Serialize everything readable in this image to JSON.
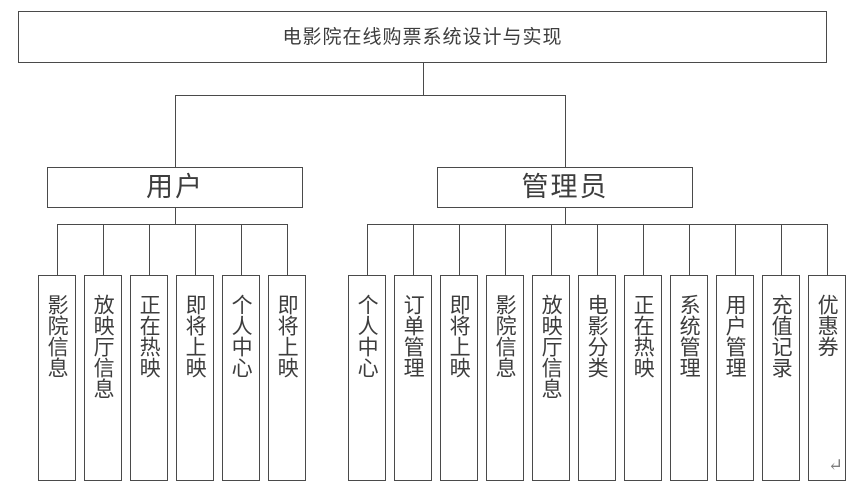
{
  "diagram": {
    "type": "tree",
    "title": "电影院在线购票系统设计与实现",
    "root": {
      "label": "电影院在线购票系统设计与实现"
    },
    "branches": [
      {
        "id": "user",
        "label": "用户",
        "leaves": [
          {
            "label": "影院信息"
          },
          {
            "label": "放映厅信息"
          },
          {
            "label": "正在热映"
          },
          {
            "label": "即将上映"
          },
          {
            "label": "个人中心"
          },
          {
            "label": "即将上映"
          }
        ]
      },
      {
        "id": "admin",
        "label": "管理员",
        "leaves": [
          {
            "label": "个人中心"
          },
          {
            "label": "订单管理"
          },
          {
            "label": "即将上映"
          },
          {
            "label": "影院信息"
          },
          {
            "label": "放映厅信息"
          },
          {
            "label": "电影分类"
          },
          {
            "label": "正在热映"
          },
          {
            "label": "系统管理"
          },
          {
            "label": "用户管理"
          },
          {
            "label": "充值记录"
          },
          {
            "label": "优惠券"
          }
        ]
      }
    ],
    "marks": {
      "paragraph_mark": "↵"
    },
    "colors": {
      "stroke": "#4a4a4a",
      "text": "#3d3d3d",
      "background": "#ffffff",
      "mark": "#808080"
    }
  }
}
